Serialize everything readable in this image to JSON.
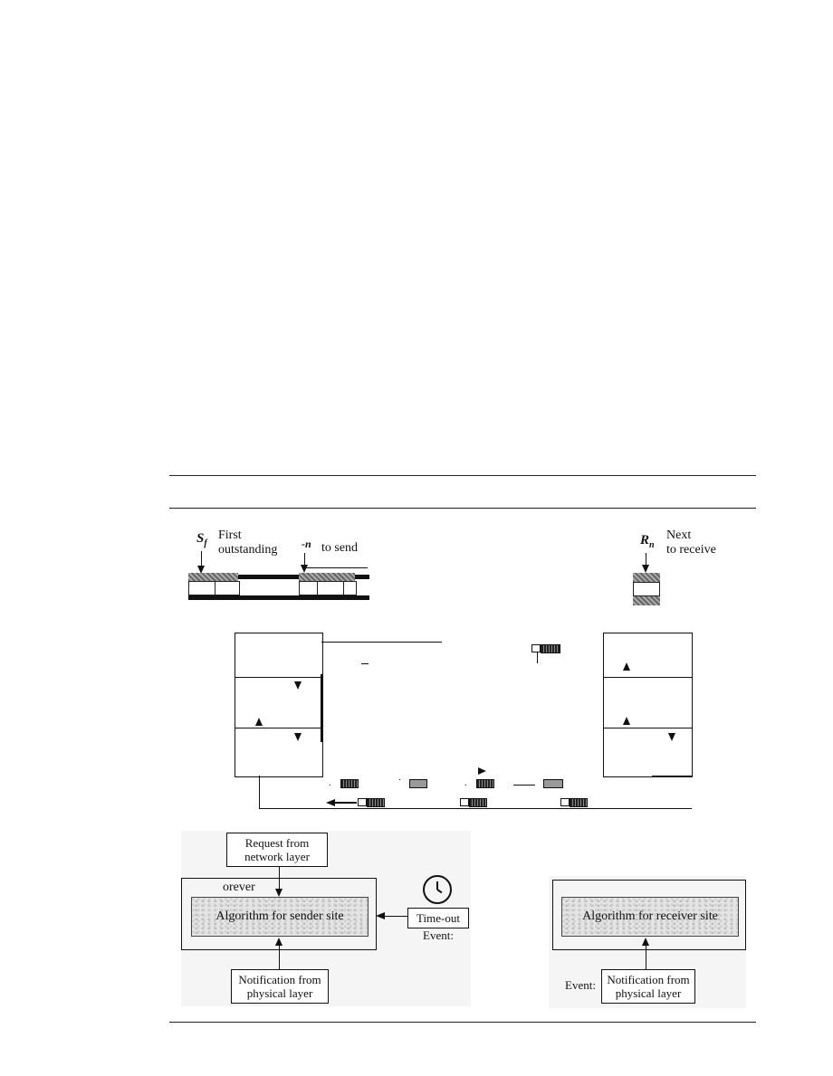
{
  "windows": {
    "sf_symbol": "S",
    "sf_sub": "f",
    "sf_text": "First\noutstanding",
    "sn_symbol": "-n",
    "sn_text": "to send",
    "rn_symbol": "R",
    "rn_sub": "n",
    "rn_text": "Next\nto receive"
  },
  "flow": {
    "data_frames": 4,
    "ack_frames": 3
  },
  "sender": {
    "request_label": "Request from\nnetwork layer",
    "forever_label": "orever",
    "algorithm_label": "Algorithm for sender site",
    "timeout_label": "Time-out",
    "event_label": "Event:",
    "notification_label": "Notification from\nphysical layer"
  },
  "receiver": {
    "algorithm_label": "Algorithm for receiver site",
    "event_label": "Event:",
    "notification_label": "Notification from\nphysical layer"
  },
  "colors": {
    "ink": "#111111",
    "hatch": "#888888",
    "panel": "#f5f5f5"
  }
}
